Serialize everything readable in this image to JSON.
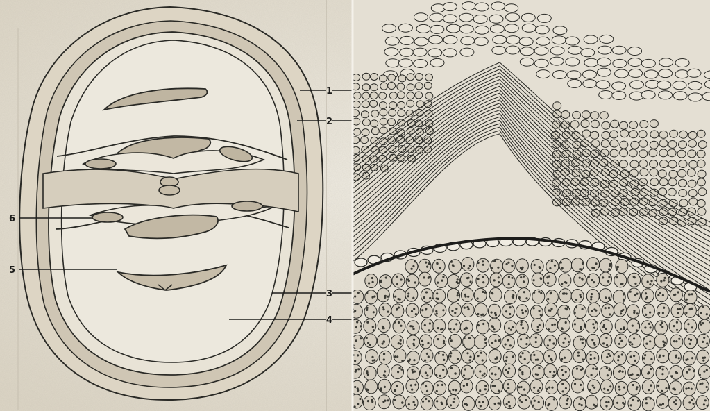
{
  "labels": {
    "l1": "1",
    "l2": "2",
    "l3": "3",
    "l4": "4",
    "l5": "5",
    "l6": "6"
  },
  "colors": {
    "paper": "#e9e5da",
    "ink": "#2a2a26",
    "shade": "#c9c1b0",
    "cell_fill": "#d9d3c5"
  }
}
